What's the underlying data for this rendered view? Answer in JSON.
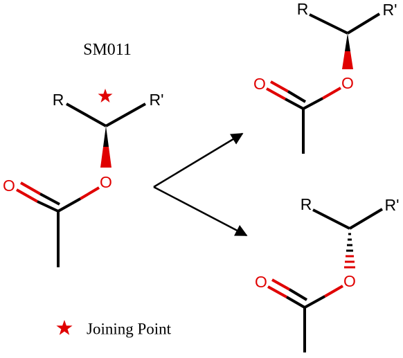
{
  "title": "SM011",
  "legend": {
    "label": "Joining Point",
    "icon": "red-star-icon"
  },
  "colors": {
    "bond": "#000000",
    "oxygen": "#e00000",
    "star": "#e00000",
    "text": "#000000"
  },
  "molecules": [
    {
      "id": "starting-material",
      "atoms": {
        "r": "R",
        "r_prime": "R'",
        "carbonyl_o": "O",
        "ester_o": "O"
      }
    },
    {
      "id": "product-wedge",
      "atoms": {
        "r": "R",
        "r_prime": "R'",
        "carbonyl_o": "O",
        "ester_o": "O"
      }
    },
    {
      "id": "product-hash",
      "atoms": {
        "r": "R",
        "r_prime": "R'",
        "carbonyl_o": "O",
        "ester_o": "O"
      }
    }
  ]
}
